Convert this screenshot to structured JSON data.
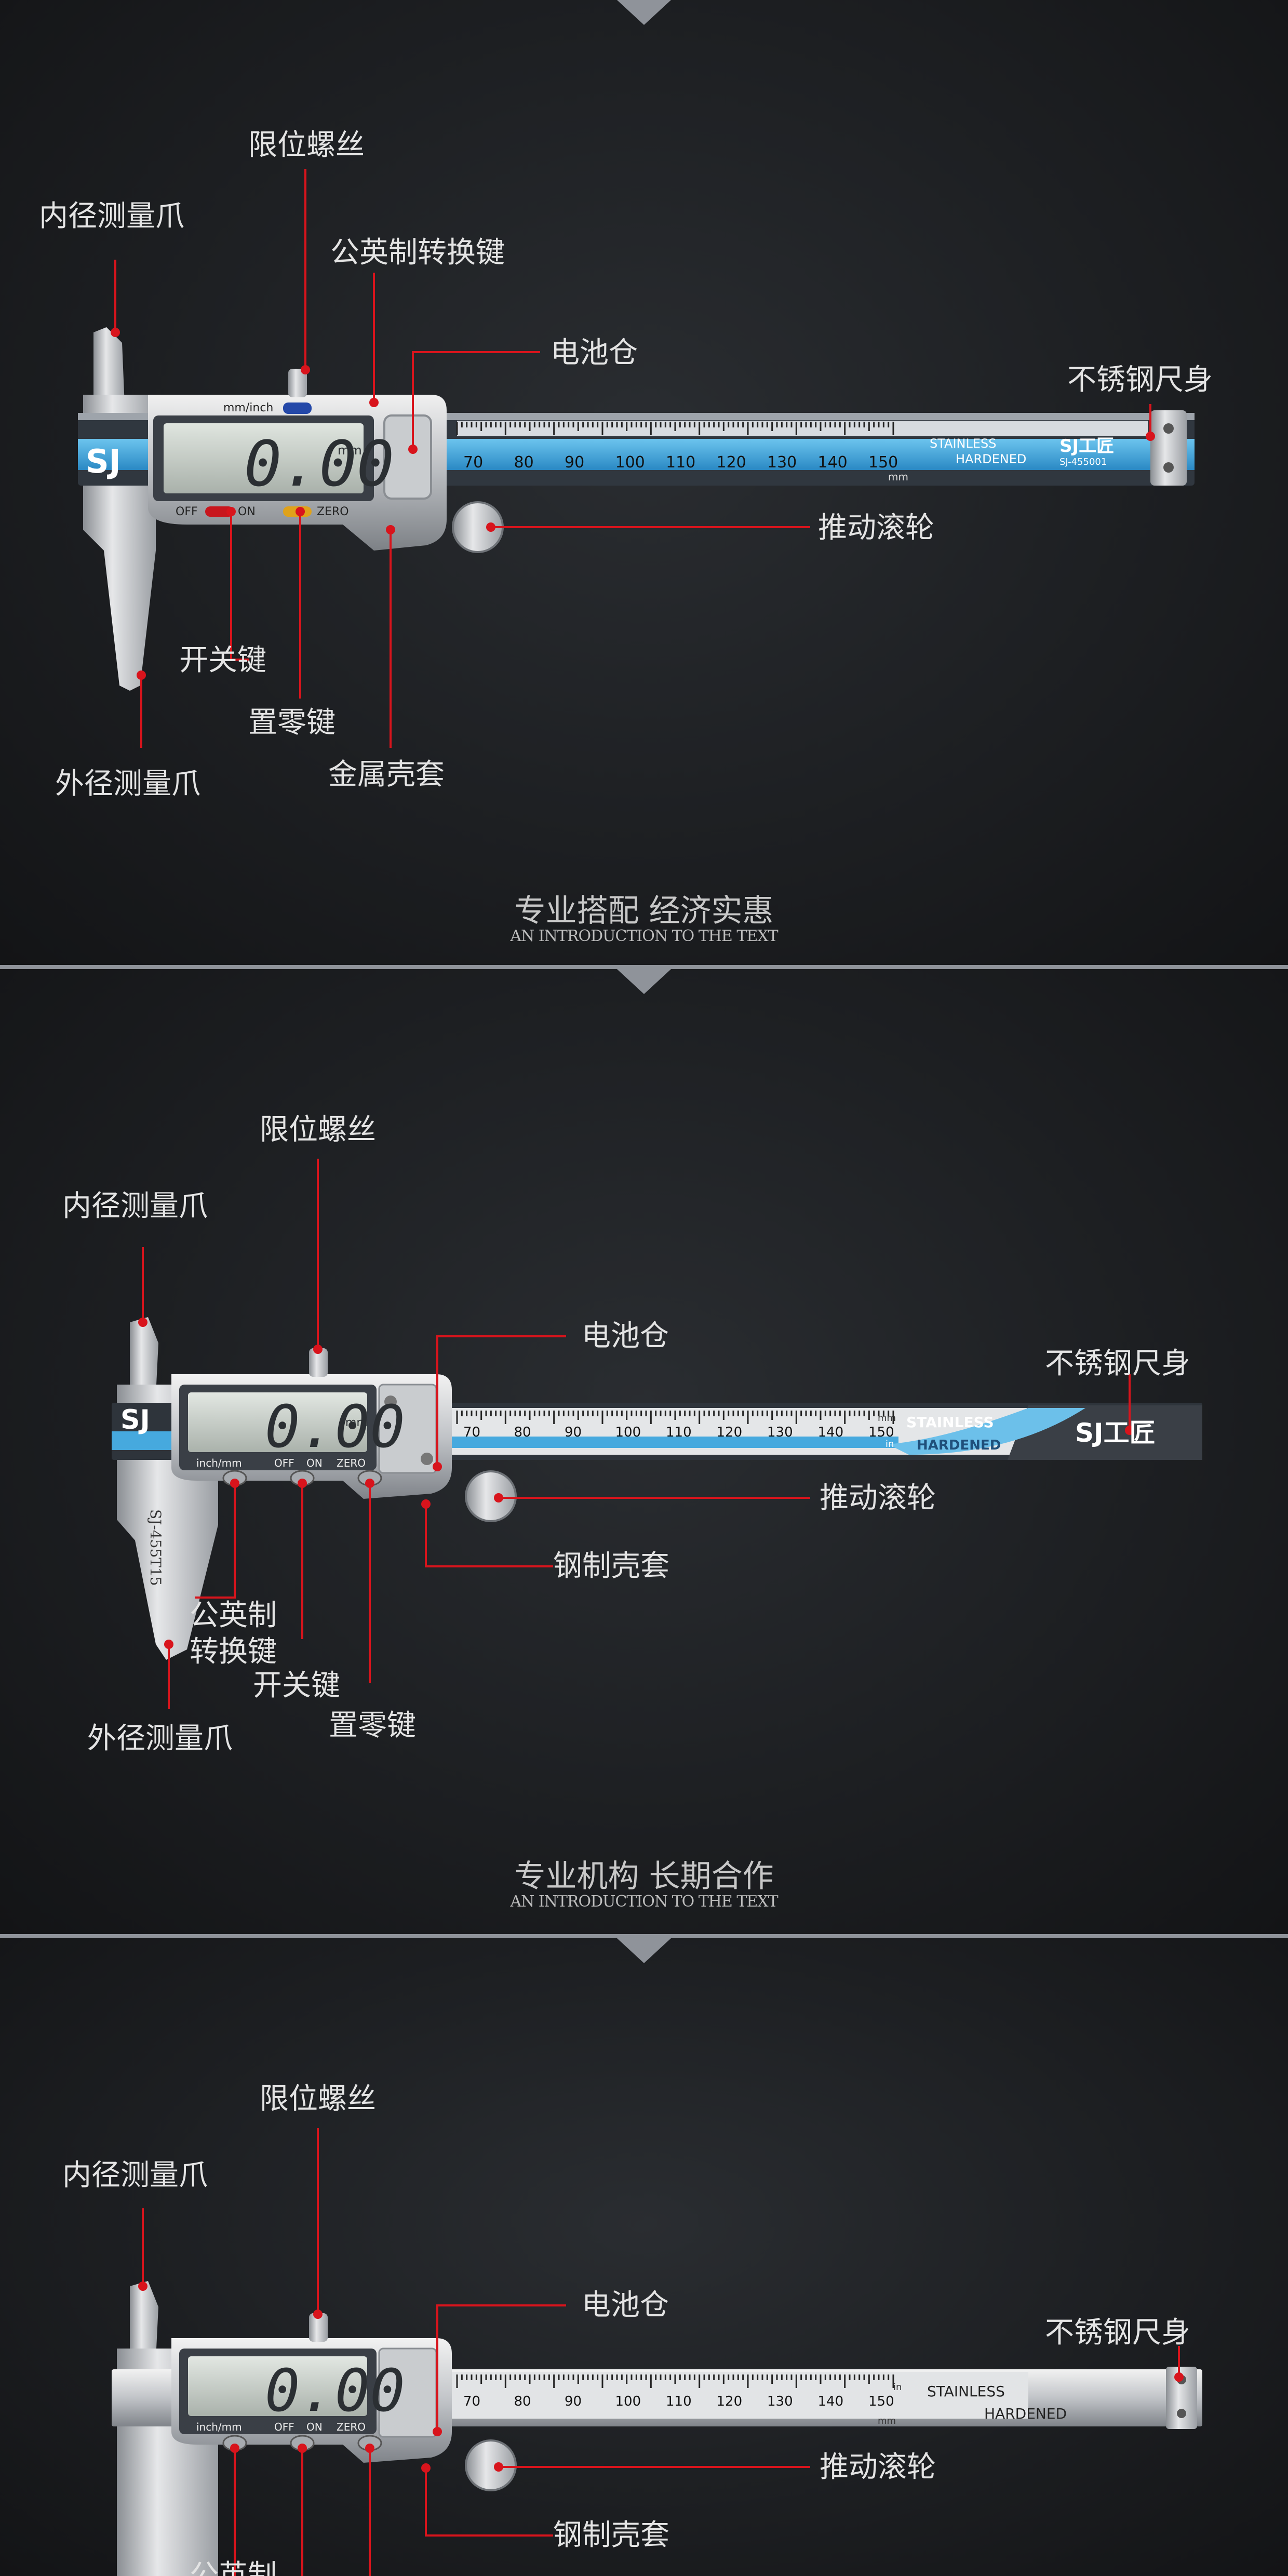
{
  "panel1": {
    "labels": {
      "limit_screw": "限位螺丝",
      "inner_jaw": "内径测量爪",
      "unit_switch": "公英制转换键",
      "battery": "电池仓",
      "stainless_body": "不锈钢尺身",
      "thumb_wheel": "推动滚轮",
      "power_key": "开关键",
      "zero_key": "置零键",
      "outer_jaw": "外径测量爪",
      "metal_case": "金属壳套"
    },
    "caption": "专业搭配 经济实惠",
    "subcaption": "AN INTRODUCTION TO THE TEXT",
    "device": {
      "brand": "SJ",
      "reading": "0.00",
      "unit": "mm",
      "key_unit": "mm/inch",
      "key_off": "OFF",
      "key_on": "ON",
      "key_zero": "ZERO",
      "scale_numbers": [
        "70",
        "80",
        "90",
        "100",
        "110",
        "120",
        "130",
        "140",
        "150"
      ],
      "ruler_text_1": "STAINLESS",
      "ruler_text_2": "HARDENED",
      "ruler_brand": "SJ工匠",
      "ruler_model": "SJ-455001",
      "scale_unit": "mm"
    }
  },
  "panel2": {
    "labels": {
      "limit_screw": "限位螺丝",
      "inner_jaw": "内径测量爪",
      "battery": "电池仓",
      "stainless_body": "不锈钢尺身",
      "thumb_wheel": "推动滚轮",
      "steel_case": "钢制壳套",
      "unit_switch": "公英制转换键",
      "power_key": "开关键",
      "zero_key": "置零键",
      "outer_jaw": "外径测量爪"
    },
    "caption": "专业机构 长期合作",
    "subcaption": "AN INTRODUCTION TO THE TEXT",
    "device": {
      "brand": "SJ",
      "reading": "0.00",
      "unit": "mm",
      "key_unit": "inch/mm",
      "key_off": "OFF",
      "key_on": "ON",
      "key_zero": "ZERO",
      "scale_numbers": [
        "70",
        "80",
        "90",
        "100",
        "110",
        "120",
        "130",
        "140",
        "150"
      ],
      "ruler_text_1": "STAINLESS",
      "ruler_text_2": "HARDENED",
      "ruler_brand": "SJ工匠",
      "scale_unit": "mm",
      "scale_unit_in": "in",
      "jaw_model": "SJ-455T15"
    }
  },
  "panel3": {
    "labels": {
      "limit_screw": "限位螺丝",
      "inner_jaw": "内径测量爪",
      "battery": "电池仓",
      "stainless_body": "不锈钢尺身",
      "thumb_wheel": "推动滚轮",
      "steel_case": "钢制壳套",
      "unit_switch_partial": "公英制"
    },
    "device": {
      "reading": "0.00",
      "key_unit": "inch/mm",
      "key_off": "OFF",
      "key_on": "ON",
      "key_zero": "ZERO",
      "scale_numbers": [
        "70",
        "80",
        "90",
        "100",
        "110",
        "120",
        "130",
        "140",
        "150"
      ],
      "ruler_text_1": "STAINLESS",
      "ruler_text_2": "HARDENED",
      "scale_unit": "mm",
      "scale_unit_in": "in"
    }
  },
  "colors": {
    "leader": "#d8141c",
    "blue": "#3aa0d8",
    "label": "#e4e4e4",
    "bg": "#1d1f22"
  }
}
